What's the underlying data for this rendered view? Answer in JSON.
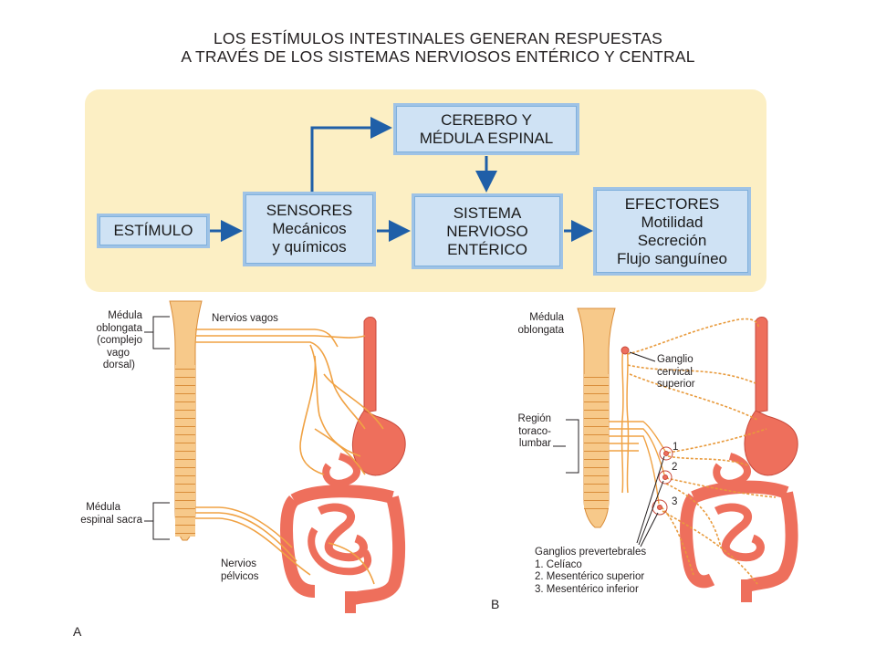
{
  "title": {
    "line1": "LOS ESTÍMULOS INTESTINALES GENERAN RESPUESTAS",
    "line2": "A TRAVÉS DE LOS SISTEMAS NERVIOSOS ENTÉRICO Y CENTRAL"
  },
  "flow": {
    "stimulus": "ESTÍMULO",
    "sensors": [
      "SENSORES",
      "Mecánicos",
      "y químicos"
    ],
    "brain": [
      "CEREBRO Y",
      "MÉDULA ESPINAL"
    ],
    "enteric": [
      "SISTEMA",
      "NERVIOSO",
      "ENTÉRICO"
    ],
    "effectors": [
      "EFECTORES",
      "Motilidad",
      "Secreción",
      "Flujo sanguíneo"
    ]
  },
  "panel_a": {
    "letter": "A",
    "medulla": [
      "Médula",
      "oblongata",
      "(complejo",
      "vago",
      "dorsal)"
    ],
    "vagus": "Nervios vagos",
    "sacral": [
      "Médula",
      "espinal sacra"
    ],
    "pelvic": [
      "Nervios",
      "pélvicos"
    ]
  },
  "panel_b": {
    "letter": "B",
    "medulla": [
      "Médula",
      "oblongata"
    ],
    "ganglion": [
      "Ganglio",
      "cervical",
      "superior"
    ],
    "region": [
      "Región",
      "toraco-",
      "lumbar"
    ],
    "numbers": [
      "1",
      "2",
      "3"
    ],
    "prevertebral": [
      "Ganglios prevertebrales",
      "1. Celíaco",
      "2. Mesentérico superior",
      "3. Mesentérico inferior"
    ]
  },
  "colors": {
    "panel": "#fcefc4",
    "box_fill": "#cfe2f4",
    "box_border": "#9fc3e6",
    "arrow": "#1f5fa8",
    "spine": "#f7c98a",
    "nerve": "#f0a244",
    "gut": "#ee6f5c"
  }
}
